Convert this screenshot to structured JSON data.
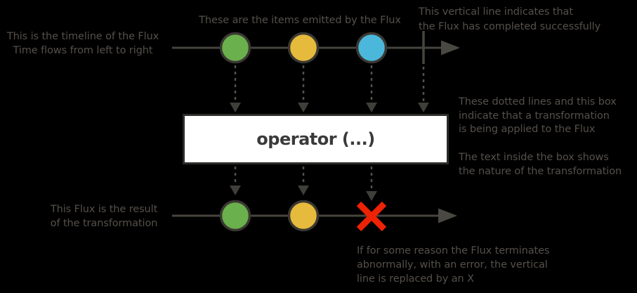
{
  "operator": {
    "label": "operator (...)"
  },
  "annotations": {
    "timeline": [
      "This is the timeline of the Flux",
      "Time flows from left to right"
    ],
    "items": [
      "These are the items emitted by the Flux"
    ],
    "complete": [
      "This vertical line indicates that",
      "the Flux has completed successfully"
    ],
    "transform": [
      "These dotted lines and this box",
      "indicate that a transformation",
      "is being applied to the Flux"
    ],
    "box_meaning": [
      "The text inside the box shows",
      "the nature of the transformation"
    ],
    "result": [
      "This Flux is the result",
      "of the transformation"
    ],
    "error": [
      "If for some reason the Flux terminates",
      "abnormally, with an error, the vertical",
      "line is replaced by an X"
    ]
  },
  "source_flux": {
    "marbles": [
      {
        "name": "item-1",
        "color": "#6ab04c"
      },
      {
        "name": "item-2",
        "color": "#e6ba3c"
      },
      {
        "name": "item-3",
        "color": "#4bb8db"
      }
    ],
    "terminal": "completed"
  },
  "result_flux": {
    "marbles": [
      {
        "name": "item-1",
        "color": "#6ab04c"
      },
      {
        "name": "item-2",
        "color": "#e6ba3c"
      }
    ],
    "terminal": "error"
  },
  "colors": {
    "background": "#000000",
    "annotation_text": "#55504b",
    "timeline": "#46443e",
    "arrowhead": "#4a4842",
    "connector": "#52504a",
    "connector_arrowhead": "#3f3e39",
    "marble_border": "#3a3832",
    "completion_bar": "#46443e",
    "operator_box_bg": "#ffffff",
    "operator_box_border": "#2c2c2a",
    "operator_text": "#3a3a3a",
    "error_x": "#ee2205"
  }
}
